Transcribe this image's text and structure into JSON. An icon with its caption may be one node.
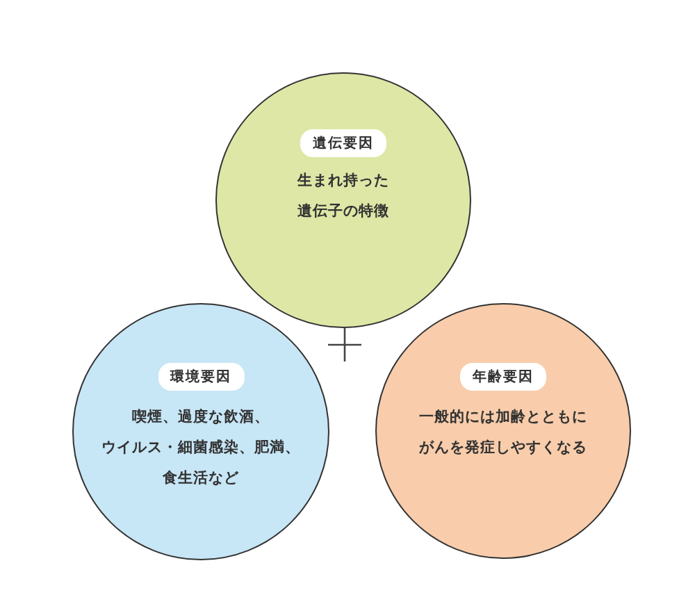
{
  "diagram": {
    "nodes": [
      {
        "text": [
          "遺伝要因",
          "生まれ持った遺伝子の特徴"
        ]
      },
      {
        "text": [
          "環境要因",
          "喫煙、過度な飲酒、ウイルス・細菌感染、肥満、食生活など"
        ]
      },
      {
        "text": [
          "年齢要因",
          "一般的には加齢とともにがんを発症しやすくなる"
        ]
      }
    ]
  }
}
